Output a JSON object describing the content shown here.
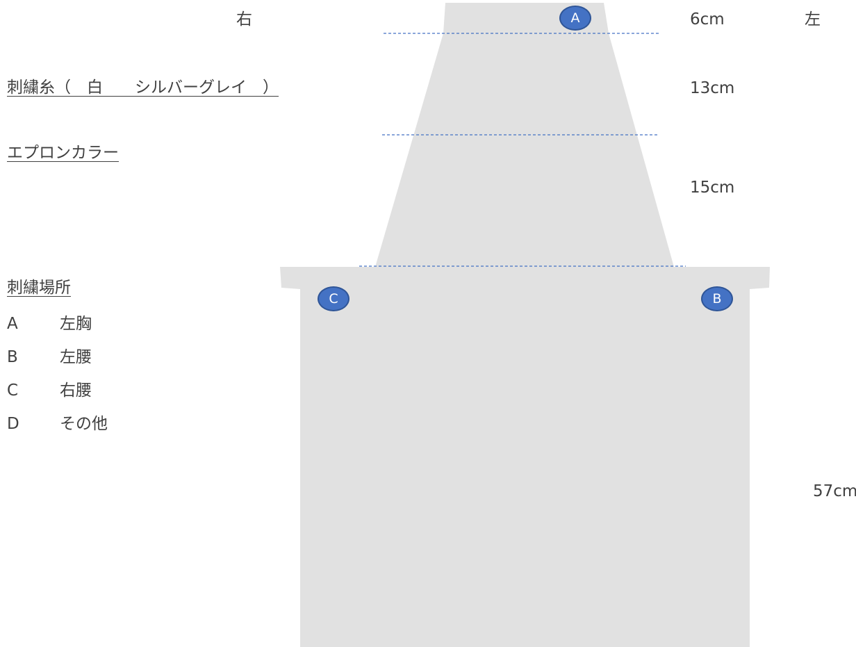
{
  "side_labels": {
    "right": "右",
    "left": "左"
  },
  "thread": {
    "label": "刺繍糸（　白　　シルバーグレイ　）"
  },
  "apron_color": {
    "label": "エプロンカラー"
  },
  "embroidery_location": {
    "heading": "刺繍場所",
    "options": [
      {
        "code": "A",
        "place": "左胸"
      },
      {
        "code": "B",
        "place": "左腰"
      },
      {
        "code": "C",
        "place": "右腰"
      },
      {
        "code": "D",
        "place": "その他"
      }
    ]
  },
  "markers": {
    "a": "A",
    "b": "B",
    "c": "C"
  },
  "measurements": {
    "top": "6cm",
    "upper_bib": "13cm",
    "lower_bib": "15cm",
    "skirt": "57cm"
  },
  "colors": {
    "apron_fill": "#e1e1e1",
    "guide_line": "#4472c4",
    "marker_fill": "#4472c4",
    "text": "#404040"
  }
}
